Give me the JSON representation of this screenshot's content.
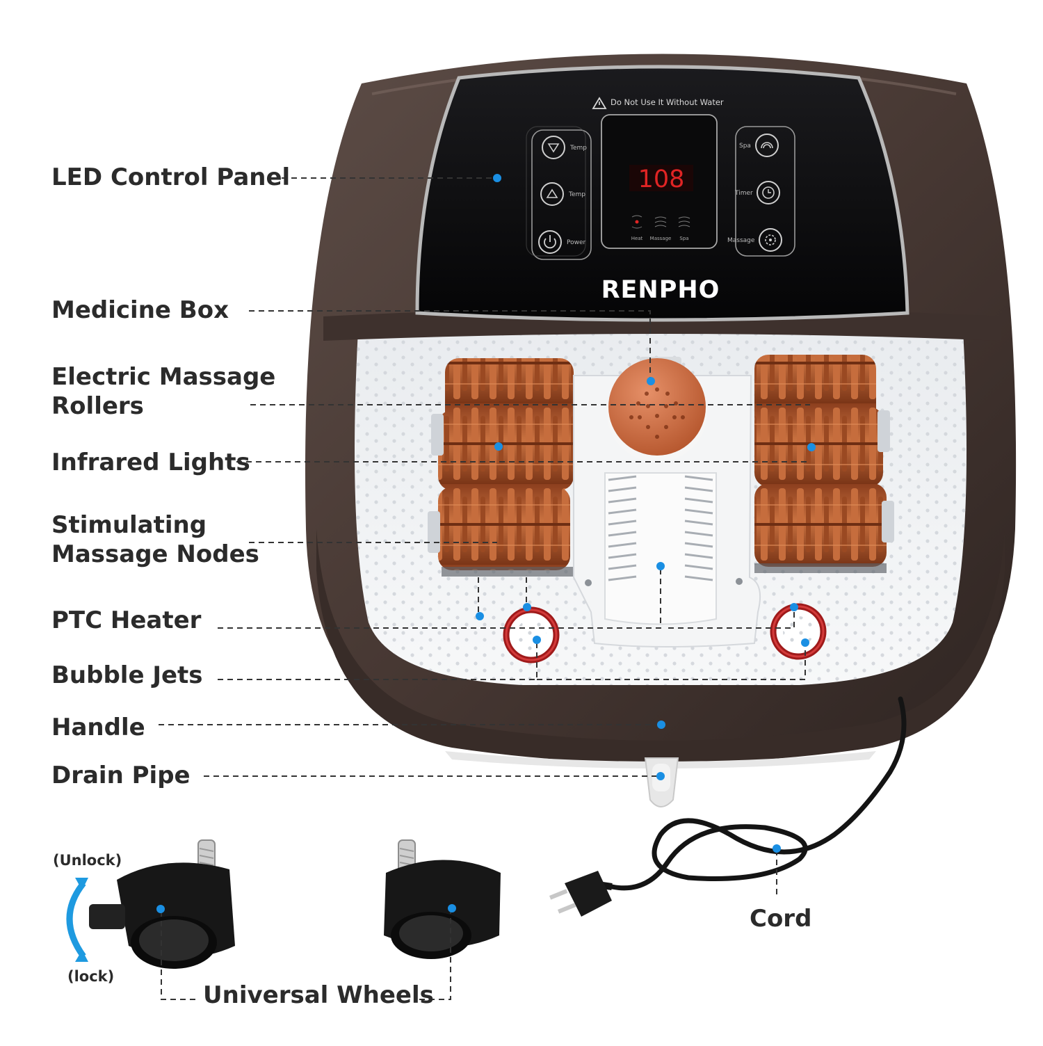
{
  "device": {
    "brand": "RENPHO",
    "warning": "Do Not Use It Without Water",
    "display_value": "108",
    "buttons": {
      "temp_down": "Temp",
      "temp_up": "Temp",
      "power": "Power",
      "spa": "Spa",
      "timer": "Timer",
      "massage": "Massage"
    },
    "indicators": [
      "Heat",
      "Massage",
      "Spa"
    ]
  },
  "callouts": {
    "led_control_panel": "LED Control Panel",
    "medicine_box": "Medicine Box",
    "electric_massage_rollers_1": "Electric Massage",
    "electric_massage_rollers_2": "Rollers",
    "infrared_lights": "Infrared Lights",
    "stimulating_massage_nodes_1": "Stimulating",
    "stimulating_massage_nodes_2": "Massage Nodes",
    "ptc_heater": "PTC Heater",
    "bubble_jets": "Bubble Jets",
    "handle": "Handle",
    "drain_pipe": "Drain Pipe",
    "cord": "Cord",
    "universal_wheels": "Universal Wheels",
    "unlock": "(Unlock)",
    "lock": "(lock)"
  },
  "colors": {
    "body": "#4a3c37",
    "panel": "#0d0d0f",
    "roller": "#b65e34",
    "marker": "#1a8fe3",
    "display": "#e02424"
  }
}
